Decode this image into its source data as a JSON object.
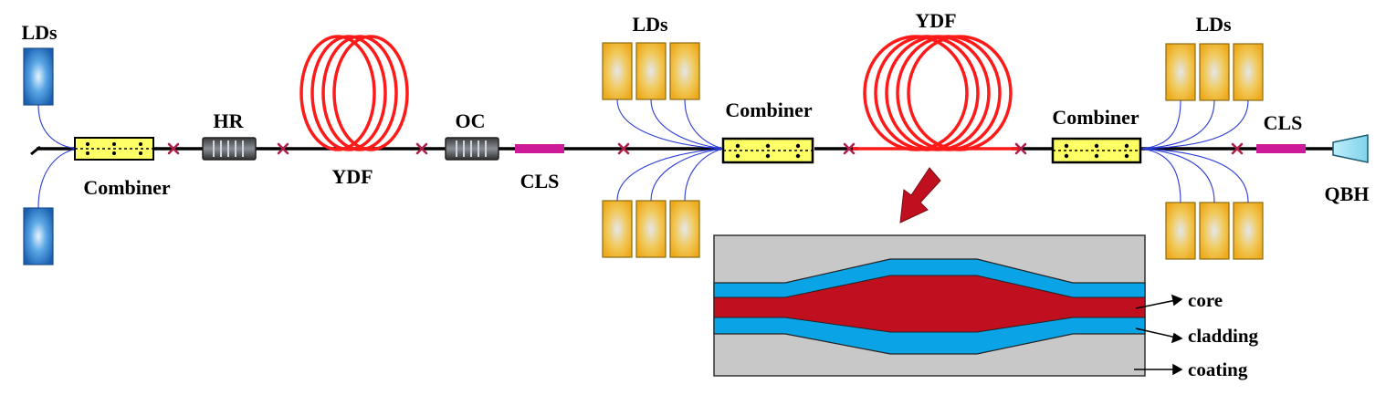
{
  "labels": {
    "lds_left": "LDs",
    "combiner_1": "Combiner",
    "hr": "HR",
    "ydf_1": "YDF",
    "oc": "OC",
    "cls_1": "CLS",
    "lds_mid": "LDs",
    "combiner_2": "Combiner",
    "ydf_2": "YDF",
    "combiner_3": "Combiner",
    "lds_right": "LDs",
    "cls_2": "CLS",
    "qbh": "QBH"
  },
  "inset": {
    "core": "core",
    "cladding": "cladding",
    "coating": "coating"
  },
  "colors": {
    "fiber_main": "#000000",
    "fiber_active": "#ff1a1a",
    "pump_lines": "#2a3bd6",
    "splice": "#b0204a",
    "ld_blue": "#1f6fbf",
    "ld_yellow": "#f0b429",
    "combiner_fill": "#ffff66",
    "cls_fill": "#cc1a99",
    "qbh_fill": "#9be3f2",
    "core": "#c0101f",
    "cladding": "#0aa3e6",
    "coating": "#c8c8c8"
  }
}
